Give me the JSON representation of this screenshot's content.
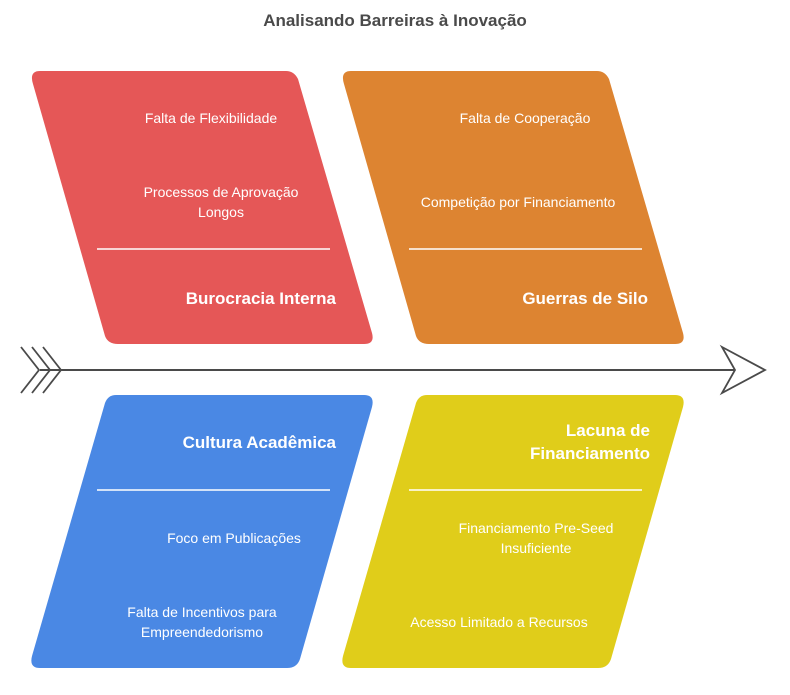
{
  "title": "Analisando Barreiras à Inovação",
  "categories": [
    {
      "id": "burocracia",
      "heading": "Burocracia Interna",
      "color": "#e55757",
      "causes": [
        "Falta de Flexibilidade",
        "Processos de Aprovação Longos"
      ]
    },
    {
      "id": "silo",
      "heading": "Guerras de Silo",
      "color": "#dd8431",
      "causes": [
        "Falta de Cooperação",
        "Competição por Financiamento"
      ]
    },
    {
      "id": "academica",
      "heading": "Cultura Acadêmica",
      "color": "#4a88e4",
      "causes": [
        "Foco em Publicações",
        "Falta de Incentivos para Empreendedorismo"
      ]
    },
    {
      "id": "financiamento",
      "heading": "Lacuna de Financiamento",
      "color": "#e0cd1a",
      "causes": [
        "Financiamento Pre-Seed Insuficiente",
        "Acesso Limitado a Recursos"
      ]
    }
  ]
}
